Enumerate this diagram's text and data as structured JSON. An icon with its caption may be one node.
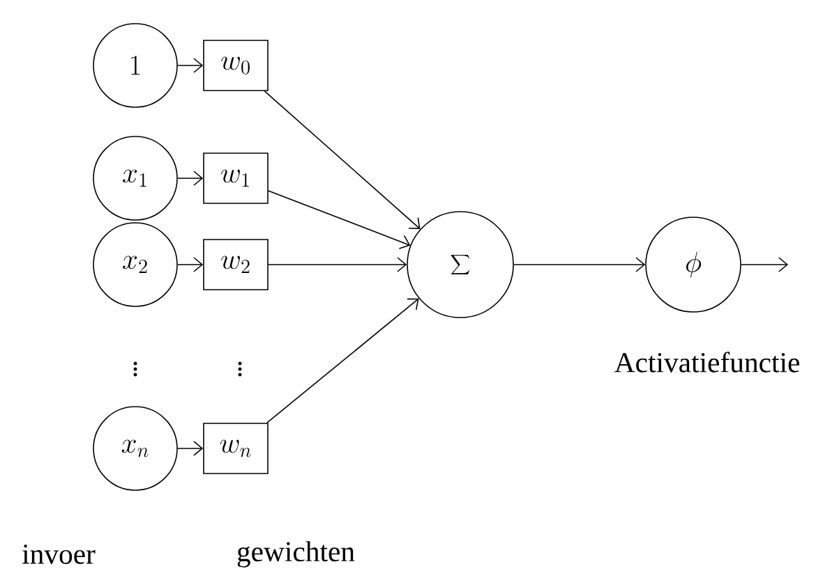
{
  "diagram": {
    "nodes": [
      {
        "text": [
          "1"
        ]
      },
      {
        "text": [
          "w_0"
        ]
      },
      {
        "text": [
          "x_1"
        ]
      },
      {
        "text": [
          "w_1"
        ]
      },
      {
        "text": [
          "x_2"
        ]
      },
      {
        "text": [
          "w_2"
        ]
      },
      {
        "text": [
          "x_n"
        ]
      },
      {
        "text": [
          "w_n"
        ]
      },
      {
        "text": [
          "\\sum"
        ]
      },
      {
        "text": [
          "\\phi"
        ],
        "beside": [
          "Activatiefunctie"
        ]
      }
    ],
    "edges": [
      {
        "from": 0,
        "to": 1,
        "arrow": "to"
      },
      {
        "from": 2,
        "to": 3,
        "arrow": "to"
      },
      {
        "from": 4,
        "to": 5,
        "arrow": "to"
      },
      {
        "from": 6,
        "to": 7,
        "arrow": "to"
      },
      {
        "from": 1,
        "to": 8,
        "arrow": "to"
      },
      {
        "from": 3,
        "to": 8,
        "arrow": "to"
      },
      {
        "from": 5,
        "to": 8,
        "arrow": "to"
      },
      {
        "from": 7,
        "to": 8,
        "arrow": "to"
      },
      {
        "from": 8,
        "to": 9,
        "arrow": "to"
      },
      {
        "from": 9,
        "to": null,
        "arrow": "to"
      }
    ],
    "labels": [
      "\\vdots",
      "\\vdots",
      "invoer",
      "gewichten"
    ]
  }
}
